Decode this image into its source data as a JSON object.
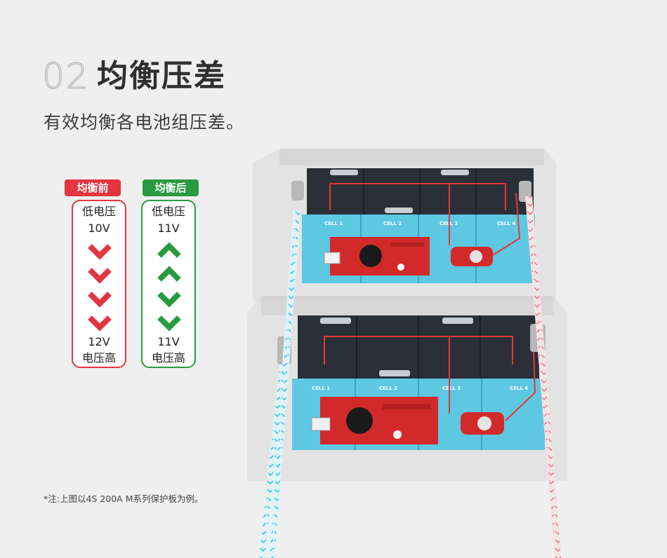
{
  "header": {
    "number": "02",
    "title": "均衡压差",
    "subtitle": "有效均衡各电池组压差。"
  },
  "compare": {
    "before": {
      "tag": "均衡前",
      "low_label": "低电压",
      "low_value": "10V",
      "high_value": "12V",
      "high_label": "电压高",
      "color": "#e33540",
      "arrow_direction": "down"
    },
    "after": {
      "tag": "均衡后",
      "low_label": "低电压",
      "low_value": "11V",
      "high_value": "11V",
      "high_label": "电压高",
      "color": "#2a9a40",
      "arrow_direction": "up-and-down"
    }
  },
  "product": {
    "cell_labels": [
      "CELL 1",
      "CELL 2",
      "CELL 3",
      "CELL 4"
    ],
    "battery_top_color": "#2b2f38",
    "battery_side_color": "#5ec7e2",
    "bms_color": "#d22a2a",
    "cable_color": "#e23838",
    "current_flow_color": "#39c6e6"
  },
  "footnote": "*注:上图以4S 200A M系列保护板为例。"
}
